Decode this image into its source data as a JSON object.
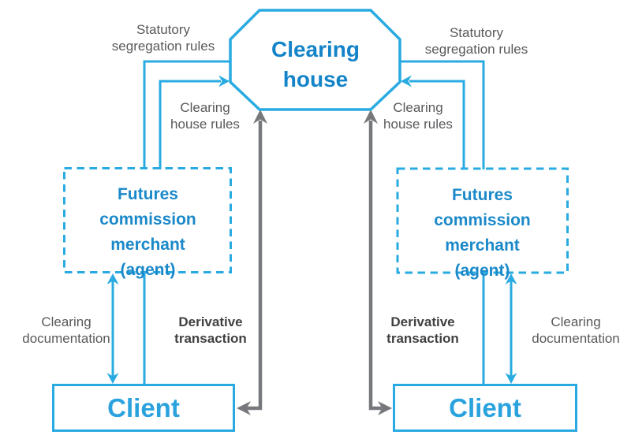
{
  "colors": {
    "line_blue": "#29abe2",
    "clearing_house_text_blue": "#1484c8",
    "fcm_text_blue": "#1b89c9",
    "client_text_blue": "#2aa2de",
    "gray_line": "#77787b",
    "gray_text": "#58595b",
    "dark_gray_text": "#414042",
    "background": "#ffffff"
  },
  "nodes": {
    "clearing_house": {
      "lines": [
        "Clearing",
        "house"
      ],
      "shape": "octagon"
    },
    "fcm": {
      "lines": [
        "Futures",
        "commission",
        "merchant",
        "(agent)"
      ],
      "shape": "dashed-rectangle",
      "instances": [
        "left",
        "right"
      ]
    },
    "client": {
      "label": "Client",
      "shape": "rectangle",
      "instances": [
        "left",
        "right"
      ]
    }
  },
  "edge_labels": {
    "statutory": {
      "lines": [
        "Statutory",
        "segregation rules"
      ]
    },
    "clearing_house_rules": {
      "lines": [
        "Clearing",
        "house rules"
      ]
    },
    "clearing_documentation": {
      "lines": [
        "Clearing",
        "documentation"
      ]
    },
    "derivative_transaction": {
      "lines": [
        "Derivative",
        "transaction"
      ]
    }
  },
  "edges": [
    {
      "from": "Client",
      "to": "Clearing house",
      "label": "Statutory segregation rules",
      "color": "blue",
      "arrows": "none",
      "sides": [
        "left",
        "right"
      ]
    },
    {
      "from": "Futures commission merchant (agent)",
      "to": "Clearing house",
      "label": "Clearing house rules",
      "color": "blue",
      "arrows": "to",
      "sides": [
        "left",
        "right"
      ]
    },
    {
      "from": "Client",
      "to": "Futures commission merchant (agent)",
      "label": "Clearing documentation",
      "color": "blue",
      "arrows": "both",
      "sides": [
        "left",
        "right"
      ]
    },
    {
      "from": "Client",
      "to": "Clearing house",
      "label": "Derivative transaction",
      "color": "gray",
      "arrows": "both",
      "sides": [
        "left",
        "right"
      ]
    }
  ]
}
